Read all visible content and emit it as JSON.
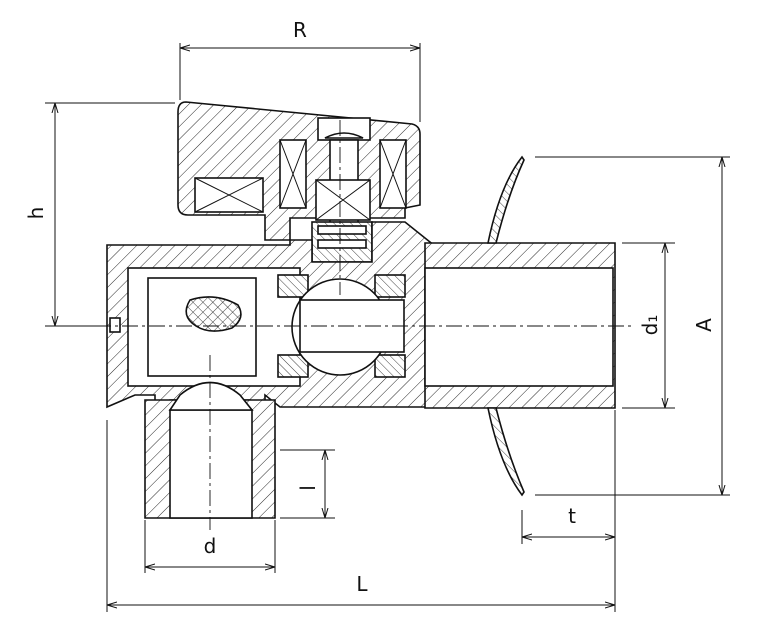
{
  "drawing": {
    "title": "angle ball valve cross-section",
    "dimensions": {
      "R": "R",
      "h": "h",
      "A": "A",
      "d1": "d₁",
      "l": "l",
      "d": "d",
      "t": "t",
      "L": "L"
    },
    "colors": {
      "line": "#111111",
      "background": "#ffffff"
    }
  }
}
